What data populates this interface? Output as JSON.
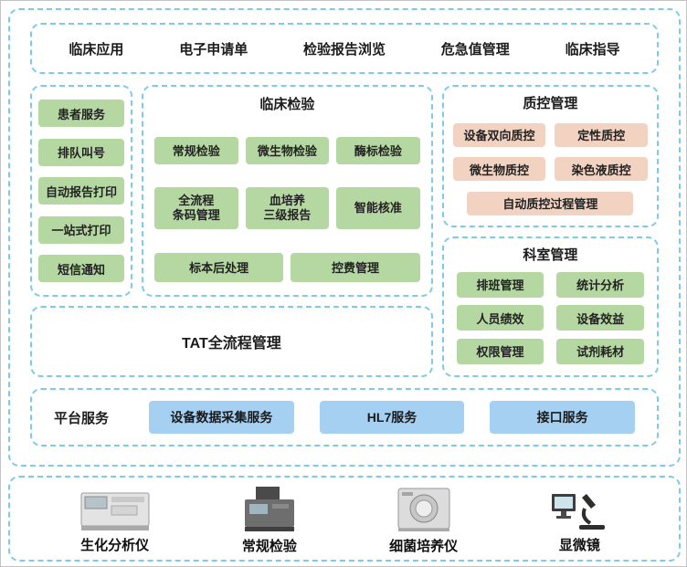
{
  "colors": {
    "dashed_border": "#7ecbe9",
    "green_button": "#b5d8a2",
    "pink_button": "#f2d3c2",
    "blue_button": "#a6d0f2",
    "background": "#ffffff"
  },
  "top_nav": {
    "items": [
      "临床应用",
      "电子申请单",
      "检验报告浏览",
      "危急值管理",
      "临床指导"
    ]
  },
  "left_services": {
    "items": [
      "患者服务",
      "排队叫号",
      "自动报告打印",
      "一站式打印",
      "短信通知"
    ]
  },
  "clinical_testing": {
    "title": "临床检验",
    "row1": [
      "常规检验",
      "微生物检验",
      "酶标检验"
    ],
    "row2": [
      "全流程\n条码管理",
      "血培养\n三级报告",
      "智能核准"
    ],
    "row3": [
      "标本后处理",
      "控费管理"
    ]
  },
  "qc_management": {
    "title": "质控管理",
    "row1": [
      "设备双向质控",
      "定性质控"
    ],
    "row2": [
      "微生物质控",
      "染色液质控"
    ],
    "row3": [
      "自动质控过程管理"
    ]
  },
  "dept_management": {
    "title": "科室管理",
    "rows": [
      [
        "排班管理",
        "统计分析"
      ],
      [
        "人员绩效",
        "设备效益"
      ],
      [
        "权限管理",
        "试剂耗材"
      ]
    ]
  },
  "tat": {
    "label": "TAT全流程管理"
  },
  "platform": {
    "label": "平台服务",
    "services": [
      "设备数据采集服务",
      "HL7服务",
      "接口服务"
    ]
  },
  "equipment": {
    "items": [
      {
        "label": "生化分析仪",
        "image": "biochemical-analyzer"
      },
      {
        "label": "常规检验",
        "image": "routine-test-analyzer"
      },
      {
        "label": "细菌培养仪",
        "image": "bacteria-culture-instrument"
      },
      {
        "label": "显微镜",
        "image": "microscope"
      }
    ]
  }
}
